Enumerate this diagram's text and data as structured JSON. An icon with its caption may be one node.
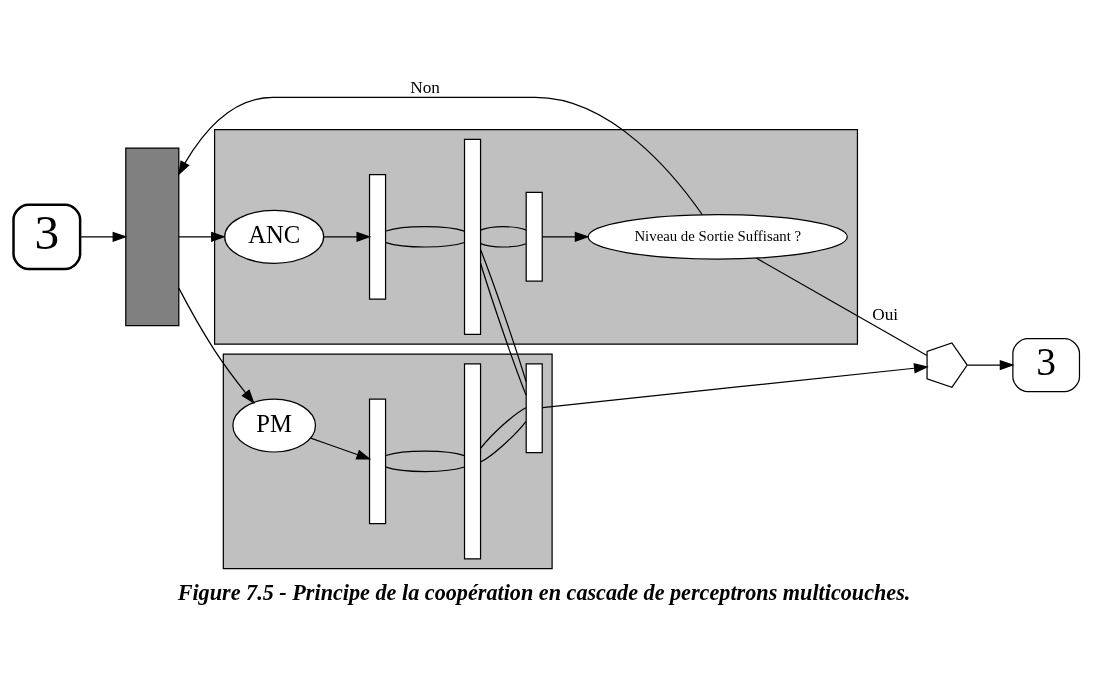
{
  "diagram": {
    "caption": "Figure 7.5 - Principe de la coopération en cascade de perceptrons multicouches.",
    "nodes": [
      {
        "text": [
          "3"
        ]
      },
      {
        "text": [],
        "shape": "box"
      },
      {
        "text": [
          "ANC"
        ],
        "in": 1
      },
      {
        "text": [],
        "shape": "bar",
        "in": 1
      },
      {
        "text": [],
        "shape": "bar",
        "in": 1
      },
      {
        "text": [],
        "shape": "bar",
        "in": 1
      },
      {
        "text": [
          "Niveau de Sortie Suffisant ?"
        ],
        "in": 1
      },
      {
        "text": [],
        "shape": "bar"
      },
      {
        "text": [],
        "shape": "pentagon"
      },
      {
        "text": [],
        "shape": "box"
      },
      {
        "text": [
          "PM"
        ],
        "in": 9
      },
      {
        "text": [],
        "shape": "bar",
        "in": 9
      },
      {
        "text": [],
        "shape": "bar",
        "in": 9
      },
      {
        "text": [],
        "shape": "bar",
        "in": 9
      },
      {
        "text": [
          "3"
        ]
      }
    ],
    "edges": [
      {
        "from": 0,
        "to": 7,
        "arrow": "to"
      },
      {
        "from": 7,
        "to": 2,
        "arrow": "to"
      },
      {
        "from": 7,
        "to": 10,
        "arrow": "to"
      },
      {
        "from": 2,
        "to": 3,
        "arrow": "to"
      },
      {
        "from": 3,
        "to": 4,
        "arrow": "none"
      },
      {
        "from": 3,
        "to": 4,
        "arrow": "none"
      },
      {
        "from": 4,
        "to": 5,
        "arrow": "none"
      },
      {
        "from": 4,
        "to": 5,
        "arrow": "none"
      },
      {
        "from": 4,
        "to": 13,
        "arrow": "none"
      },
      {
        "from": 4,
        "to": 13,
        "arrow": "none"
      },
      {
        "from": 5,
        "to": 6,
        "arrow": "to"
      },
      {
        "from": 6,
        "to": 7,
        "arrow": "to",
        "label": "Non"
      },
      {
        "from": 6,
        "to": 8,
        "arrow": "none",
        "label": "Oui"
      },
      {
        "from": 10,
        "to": 11,
        "arrow": "to"
      },
      {
        "from": 11,
        "to": 12,
        "arrow": "none"
      },
      {
        "from": 11,
        "to": 12,
        "arrow": "none"
      },
      {
        "from": 12,
        "to": 13,
        "arrow": "none"
      },
      {
        "from": 12,
        "to": 13,
        "arrow": "none"
      },
      {
        "from": 13,
        "to": 8,
        "arrow": "to"
      },
      {
        "from": 8,
        "to": 14,
        "arrow": "to"
      }
    ]
  }
}
